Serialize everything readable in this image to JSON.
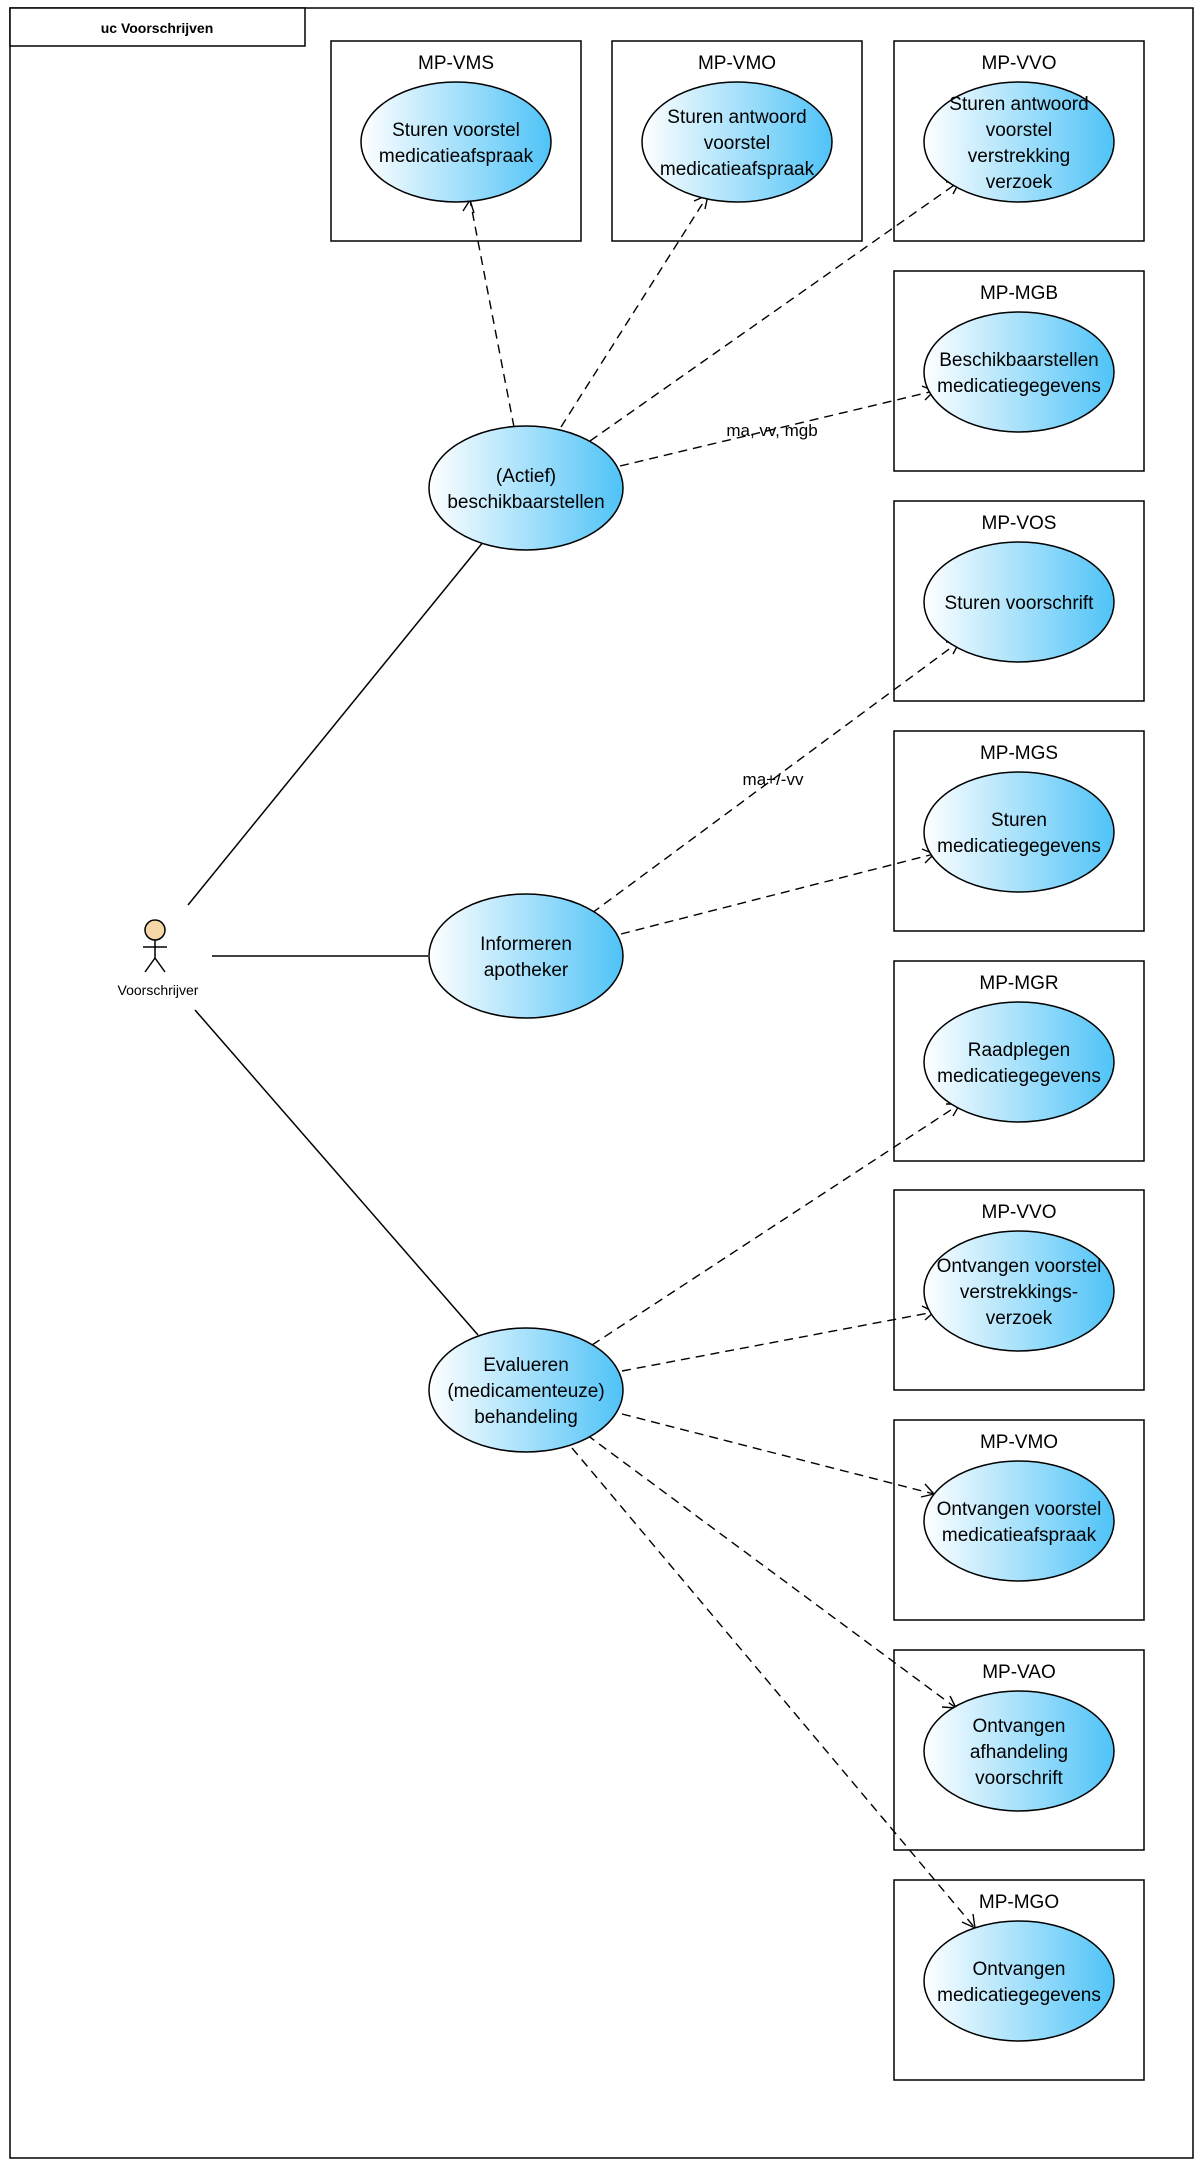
{
  "frame": {
    "title": "uc Voorschrijven"
  },
  "actor": {
    "name": "Voorschrijver",
    "fill": "#f6d8a8"
  },
  "colors": {
    "usecase_light": "#ffffff",
    "usecase_dark": "#4fc3f7"
  },
  "central_use_cases": [
    {
      "id": "beschikbaar",
      "lines": [
        "(Actief)",
        "beschikbaarstellen"
      ]
    },
    {
      "id": "informeren",
      "lines": [
        "Informeren",
        "apotheker"
      ]
    },
    {
      "id": "evalueren",
      "lines": [
        "Evalueren",
        "(medicamenteuze)",
        "behandeling"
      ]
    }
  ],
  "packages": [
    {
      "title": "MP-VMS",
      "lines": [
        "Sturen voorstel",
        "medicatieafspraak"
      ]
    },
    {
      "title": "MP-VMO",
      "lines": [
        "Sturen antwoord",
        "voorstel",
        "medicatieafspraak"
      ]
    },
    {
      "title": "MP-VVO",
      "lines": [
        "Sturen antwoord",
        "voorstel",
        "verstrekking",
        "verzoek"
      ]
    },
    {
      "title": "MP-MGB",
      "lines": [
        "Beschikbaarstellen",
        "medicatiegegevens"
      ]
    },
    {
      "title": "MP-VOS",
      "lines": [
        "Sturen voorschrift"
      ]
    },
    {
      "title": "MP-MGS",
      "lines": [
        "Sturen",
        "medicatiegegevens"
      ]
    },
    {
      "title": "MP-MGR",
      "lines": [
        "Raadplegen",
        "medicatiegegevens"
      ]
    },
    {
      "title": "MP-VVO",
      "lines": [
        "Ontvangen voorstel",
        "verstrekkings-",
        "verzoek"
      ]
    },
    {
      "title": "MP-VMO",
      "lines": [
        "Ontvangen voorstel",
        "medicatieafspraak"
      ]
    },
    {
      "title": "MP-VAO",
      "lines": [
        "Ontvangen",
        "afhandeling",
        "voorschrift"
      ]
    },
    {
      "title": "MP-MGO",
      "lines": [
        "Ontvangen",
        "medicatiegegevens"
      ]
    }
  ],
  "dependency_labels": {
    "mgb": "ma, vv, mgb",
    "vos": "ma+/-vv"
  }
}
